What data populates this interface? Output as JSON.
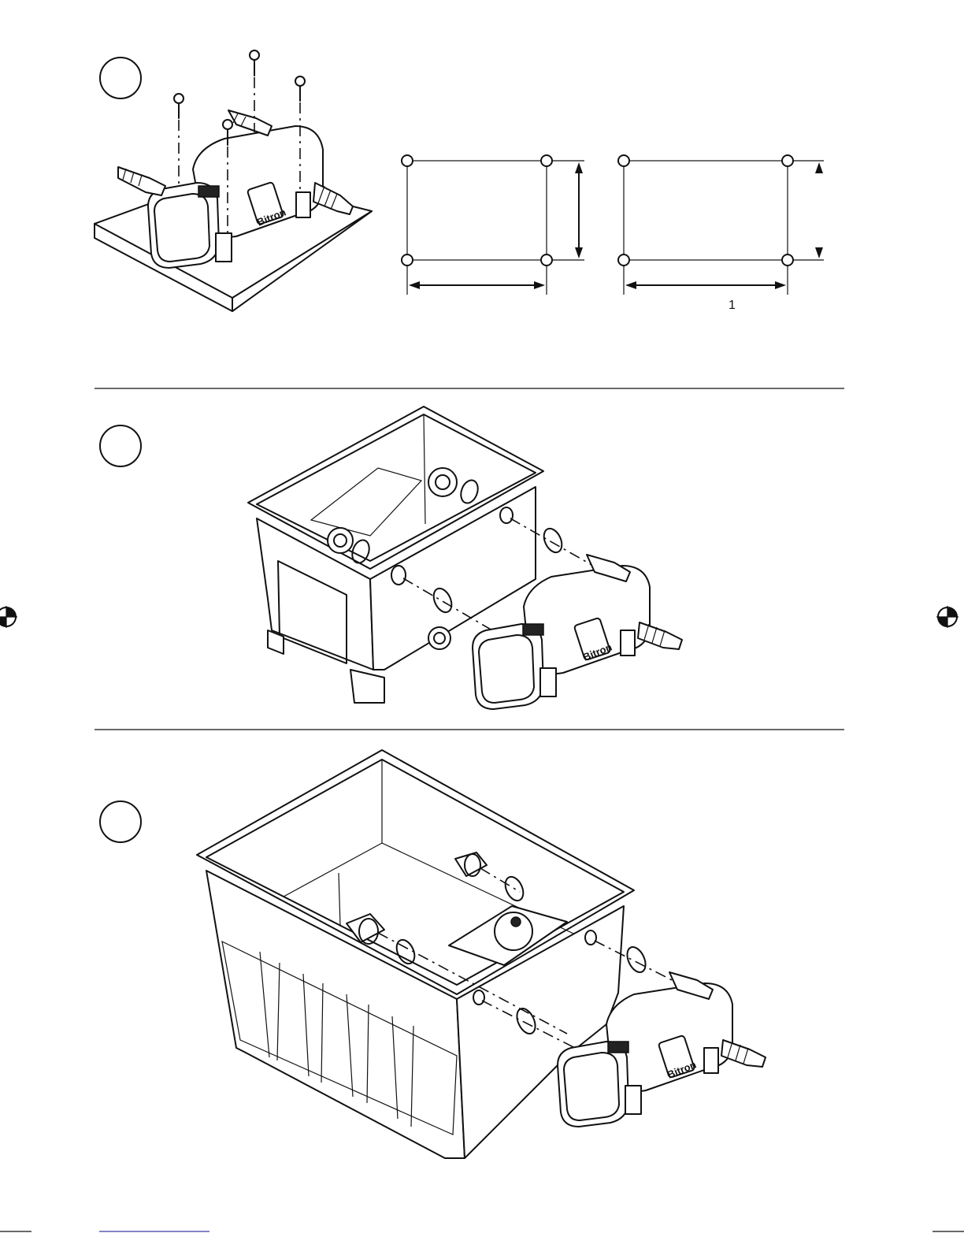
{
  "brand": {
    "label": "Bitron"
  },
  "dimensions": {
    "width_mark": "1"
  },
  "colors": {
    "line": "#111111",
    "background": "#ffffff",
    "footer_rule": "#3a3aa8"
  },
  "steps": [
    {
      "name": "step-1-mount-on-board"
    },
    {
      "name": "step-2-connect-to-small-filter"
    },
    {
      "name": "step-3-connect-to-large-filter"
    }
  ]
}
